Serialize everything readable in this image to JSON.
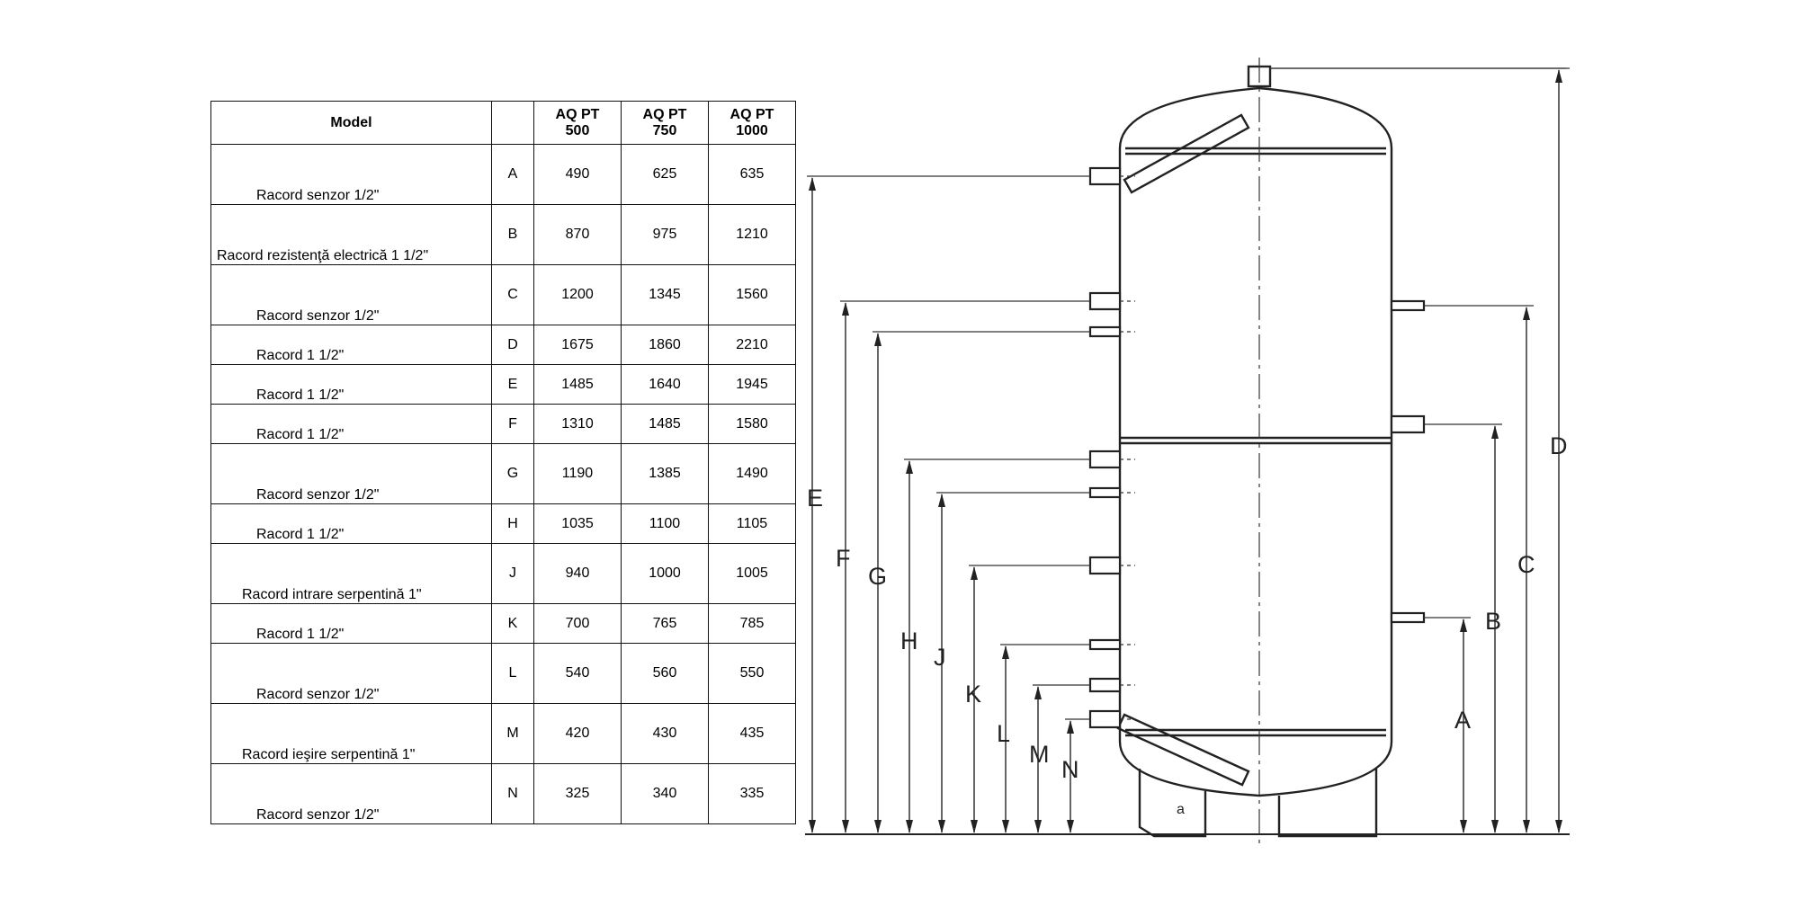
{
  "table": {
    "header": {
      "model": "Model",
      "code": "",
      "col1": "AQ PT 500",
      "col1_line1": "AQ PT",
      "col1_line2": "500",
      "col2_line1": "AQ PT",
      "col2_line2": "750",
      "col3_line1": "AQ PT",
      "col3_line2": "1000"
    },
    "rows": [
      {
        "desc": "Racord senzor 1/2\"",
        "code": "A",
        "v500": "490",
        "v750": "625",
        "v1000": "635"
      },
      {
        "desc": "Racord rezistenţă electrică 1 1/2\"",
        "code": "B",
        "v500": "870",
        "v750": "975",
        "v1000": "1210"
      },
      {
        "desc": "Racord senzor 1/2\"",
        "code": "C",
        "v500": "1200",
        "v750": "1345",
        "v1000": "1560"
      },
      {
        "desc": "Racord 1 1/2\"",
        "code": "D",
        "v500": "1675",
        "v750": "1860",
        "v1000": "2210"
      },
      {
        "desc": "Racord 1 1/2\"",
        "code": "E",
        "v500": "1485",
        "v750": "1640",
        "v1000": "1945"
      },
      {
        "desc": "Racord 1 1/2\"",
        "code": "F",
        "v500": "1310",
        "v750": "1485",
        "v1000": "1580"
      },
      {
        "desc": "Racord senzor 1/2\"",
        "code": "G",
        "v500": "1190",
        "v750": "1385",
        "v1000": "1490"
      },
      {
        "desc": "Racord 1 1/2\"",
        "code": "H",
        "v500": "1035",
        "v750": "1100",
        "v1000": "1105"
      },
      {
        "desc": "Racord intrare serpentină 1\"",
        "code": "J",
        "v500": "940",
        "v750": "1000",
        "v1000": "1005"
      },
      {
        "desc": "Racord 1 1/2\"",
        "code": "K",
        "v500": "700",
        "v750": "765",
        "v1000": "785"
      },
      {
        "desc": "Racord senzor 1/2\"",
        "code": "L",
        "v500": "540",
        "v750": "560",
        "v1000": "550"
      },
      {
        "desc": "Racord ieşire serpentină 1\"",
        "code": "M",
        "v500": "420",
        "v750": "430",
        "v1000": "435"
      },
      {
        "desc": "Racord senzor 1/2\"",
        "code": "N",
        "v500": "325",
        "v750": "340",
        "v1000": "335"
      }
    ]
  },
  "drawing": {
    "labels": {
      "A": "A",
      "B": "B",
      "C": "C",
      "D": "D",
      "E": "E",
      "F": "F",
      "G": "G",
      "H": "H",
      "J": "J",
      "K": "K",
      "L": "L",
      "M": "M",
      "N": "N"
    },
    "foot_mark": "a"
  }
}
